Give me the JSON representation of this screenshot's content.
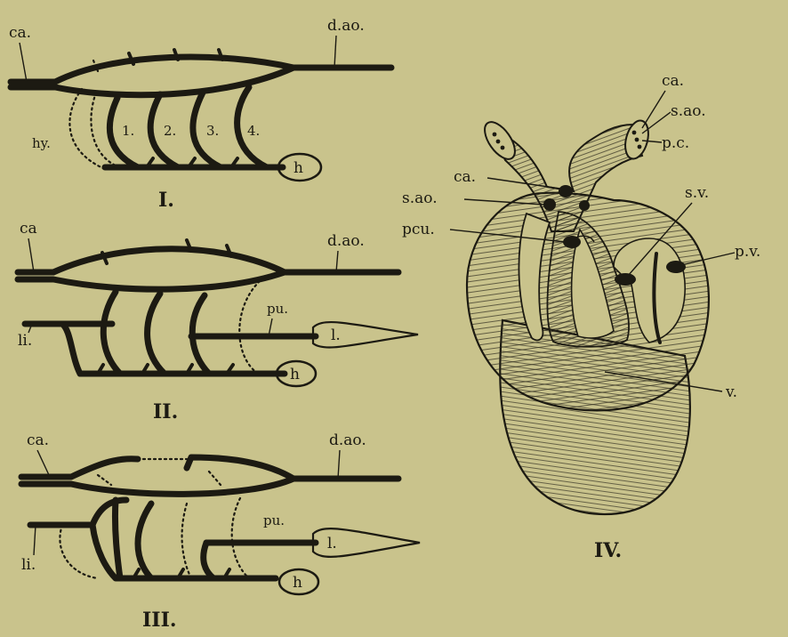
{
  "figure_I": {
    "roman": "I.",
    "labels": {
      "ca": "ca.",
      "dao": "d.ao.",
      "hy": "hy.",
      "a1": "1.",
      "a2": "2.",
      "a3": "3.",
      "a4": "4.",
      "h": "h"
    }
  },
  "figure_II": {
    "roman": "II.",
    "labels": {
      "ca": "ca",
      "dao": "d.ao.",
      "pu": "pu.",
      "li": "li.",
      "l": "l.",
      "h": "h"
    }
  },
  "figure_III": {
    "roman": "III.",
    "labels": {
      "ca": "ca.",
      "dao": "d.ao.",
      "pu": "pu.",
      "li": "li.",
      "l": "l.",
      "h": "h"
    }
  },
  "figure_IV": {
    "roman": "IV.",
    "labels": {
      "ca_top": "ca.",
      "sao_top": "s.ao.",
      "pc": "p.c.",
      "ca_left": "ca.",
      "sao_left": "s.ao.",
      "pcu": "pcu.",
      "sv": "s.v.",
      "pv": "p.v.",
      "v": "v."
    }
  },
  "colors": {
    "paper": "#c9c38c",
    "ink": "#1c1a12"
  }
}
